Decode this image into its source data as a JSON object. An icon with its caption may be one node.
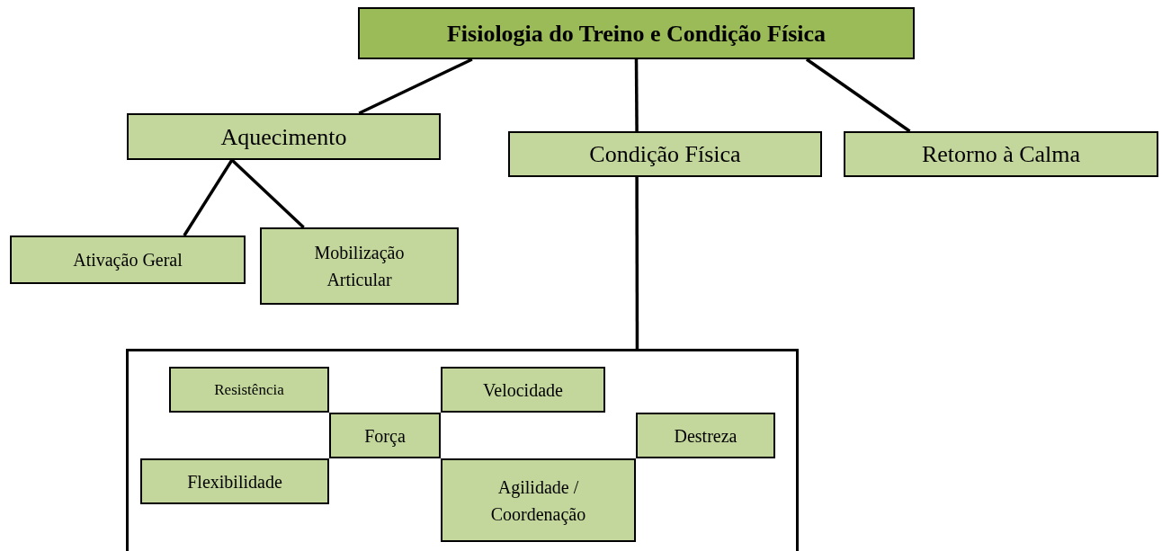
{
  "diagram": {
    "nodes": [
      {
        "text": [
          "Fisiologia do Treino e Condição Física"
        ]
      },
      {
        "text": [
          "Aquecimento"
        ]
      },
      {
        "text": [
          "Condição Física"
        ]
      },
      {
        "text": [
          "Retorno à Calma"
        ]
      },
      {
        "text": [
          "Ativação Geral"
        ]
      },
      {
        "text": [
          "Mobilização Articular"
        ]
      },
      {
        "text": [],
        "shape": "box"
      },
      {
        "text": [
          "Resistência"
        ],
        "in": 6
      },
      {
        "text": [
          "Velocidade"
        ],
        "in": 6
      },
      {
        "text": [
          "Força"
        ],
        "in": 6
      },
      {
        "text": [
          "Destreza"
        ],
        "in": 6
      },
      {
        "text": [
          "Flexibilidade"
        ],
        "in": 6
      },
      {
        "text": [
          "Agilidade / Coordenação"
        ],
        "in": 6
      }
    ],
    "edges": [
      {
        "from": 0,
        "to": 1,
        "arrow": "none"
      },
      {
        "from": 0,
        "to": 2,
        "arrow": "none"
      },
      {
        "from": 0,
        "to": 3,
        "arrow": "none"
      },
      {
        "from": 1,
        "to": 4,
        "arrow": "none"
      },
      {
        "from": 1,
        "to": 5,
        "arrow": "none"
      },
      {
        "from": 2,
        "to": 6,
        "arrow": "none"
      }
    ]
  }
}
